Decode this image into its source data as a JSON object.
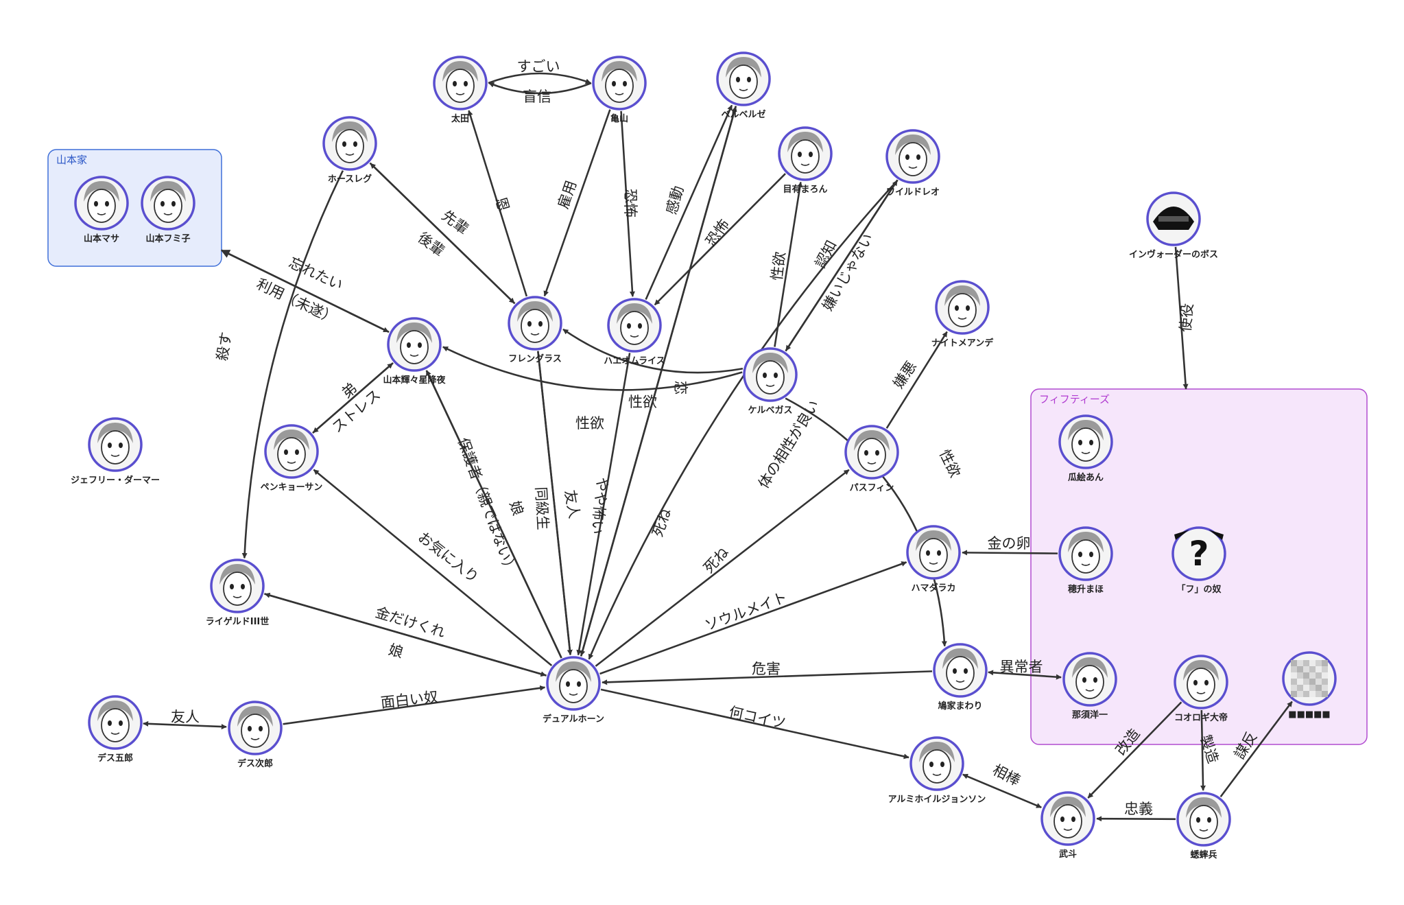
{
  "colors": {
    "node_ring": "#5a4fcf",
    "edge": "#333333",
    "group_yamamoto_fill": "#e6ecfc",
    "group_yamamoto_border": "#3f6fd8",
    "group_yamamoto_label": "#2a56c6",
    "group_fifties_fill": "#f6e6fb",
    "group_fifties_border": "#b14bd0",
    "group_fifties_label": "#b03ad0"
  },
  "groups": [
    {
      "id": "yamamoto",
      "label": "山本家"
    },
    {
      "id": "fifties",
      "label": "フィフティーズ"
    }
  ],
  "nodes": [
    {
      "id": "ota",
      "label": "太田",
      "icon": "face-icon"
    },
    {
      "id": "kameyama",
      "label": "亀山",
      "icon": "face-icon"
    },
    {
      "id": "beruberuze",
      "label": "ベルベルゼ",
      "icon": "face-icon"
    },
    {
      "id": "meari",
      "label": "目有まろん",
      "icon": "face-icon"
    },
    {
      "id": "wildoleo",
      "label": "ワイルドレオ",
      "icon": "face-icon"
    },
    {
      "id": "horseleg",
      "label": "ホースレグ",
      "icon": "face-icon"
    },
    {
      "id": "masa",
      "label": "山本マサ",
      "icon": "face-icon"
    },
    {
      "id": "fumiko",
      "label": "山本フミ子",
      "icon": "face-icon"
    },
    {
      "id": "invader",
      "label": "インヴォーダーのボス",
      "icon": "helmet-icon"
    },
    {
      "id": "frengrass",
      "label": "フレングラス",
      "icon": "face-icon"
    },
    {
      "id": "haeom",
      "label": "ハエオムライス",
      "icon": "face-icon"
    },
    {
      "id": "nightmare",
      "label": "ナイトメアンデ",
      "icon": "face-icon"
    },
    {
      "id": "kiraboshi",
      "label": "山本輝々星降夜",
      "icon": "face-icon"
    },
    {
      "id": "kerbegas",
      "label": "ケルベガス",
      "icon": "face-icon"
    },
    {
      "id": "jeffrey",
      "label": "ジェフリー・ダーマー",
      "icon": "face-icon"
    },
    {
      "id": "penkyo",
      "label": "ペンキョーサン",
      "icon": "face-icon"
    },
    {
      "id": "pasfin",
      "label": "パスフィン",
      "icon": "face-icon"
    },
    {
      "id": "urie",
      "label": "瓜絵あん",
      "icon": "face-icon"
    },
    {
      "id": "hamadaraka",
      "label": "ハマダラカ",
      "icon": "face-icon"
    },
    {
      "id": "homasu",
      "label": "穂升まほ",
      "icon": "face-icon"
    },
    {
      "id": "fuyatsu",
      "label": "「フ」の奴",
      "icon": "question-icon"
    },
    {
      "id": "raigeld",
      "label": "ライゲルドIII世",
      "icon": "face-icon"
    },
    {
      "id": "dualhorn",
      "label": "デュアルホーン",
      "icon": "face-icon"
    },
    {
      "id": "hatoya",
      "label": "鳩家まわり",
      "icon": "face-icon"
    },
    {
      "id": "nasu",
      "label": "那須洋一",
      "icon": "face-icon"
    },
    {
      "id": "koorogi",
      "label": "コオロギ大帝",
      "icon": "face-icon"
    },
    {
      "id": "redacted",
      "label": "■■■■■",
      "icon": "pixelated-face-icon"
    },
    {
      "id": "desugoro",
      "label": "デス五郎",
      "icon": "face-icon"
    },
    {
      "id": "desujiro",
      "label": "デス次郎",
      "icon": "face-icon"
    },
    {
      "id": "aluminum",
      "label": "アルミホイルジョンソン",
      "icon": "face-icon"
    },
    {
      "id": "taketo",
      "label": "武斗",
      "icon": "face-icon"
    },
    {
      "id": "koorogihei",
      "label": "蟋蟀兵",
      "icon": "face-icon"
    }
  ],
  "edges": [
    {
      "label": "すごい"
    },
    {
      "label": "盲信"
    },
    {
      "label": "恩"
    },
    {
      "label": "雇用"
    },
    {
      "label": "恐怖"
    },
    {
      "label": "感動"
    },
    {
      "label": "恐怖"
    },
    {
      "label": "恋"
    },
    {
      "label": "性欲"
    },
    {
      "label": "認知"
    },
    {
      "label": "嫌いじゃない"
    },
    {
      "label": "体の相性が良い"
    },
    {
      "label": "先輩"
    },
    {
      "label": "後輩"
    },
    {
      "label": "殺す"
    },
    {
      "label": "忘れたい"
    },
    {
      "label": "利用（未遂）"
    },
    {
      "label": "弟"
    },
    {
      "label": "ストレス"
    },
    {
      "label": "性欲"
    },
    {
      "label": "性欲"
    },
    {
      "label": "使役"
    },
    {
      "label": "嫌悪"
    },
    {
      "label": "性欲"
    },
    {
      "label": "保護者（親ではない）"
    },
    {
      "label": "娘"
    },
    {
      "label": "同級生"
    },
    {
      "label": "友人"
    },
    {
      "label": "やや怖い"
    },
    {
      "label": "死ね"
    },
    {
      "label": "死ね"
    },
    {
      "label": "お気に入り"
    },
    {
      "label": "金の卵"
    },
    {
      "label": "ソウルメイト"
    },
    {
      "label": "金だけくれ"
    },
    {
      "label": "娘"
    },
    {
      "label": "面白い奴"
    },
    {
      "label": "友人"
    },
    {
      "label": "危害"
    },
    {
      "label": "異常者"
    },
    {
      "label": "何コイツ"
    },
    {
      "label": "相棒"
    },
    {
      "label": "改造"
    },
    {
      "label": "製造"
    },
    {
      "label": "謀反"
    },
    {
      "label": "忠義"
    }
  ]
}
